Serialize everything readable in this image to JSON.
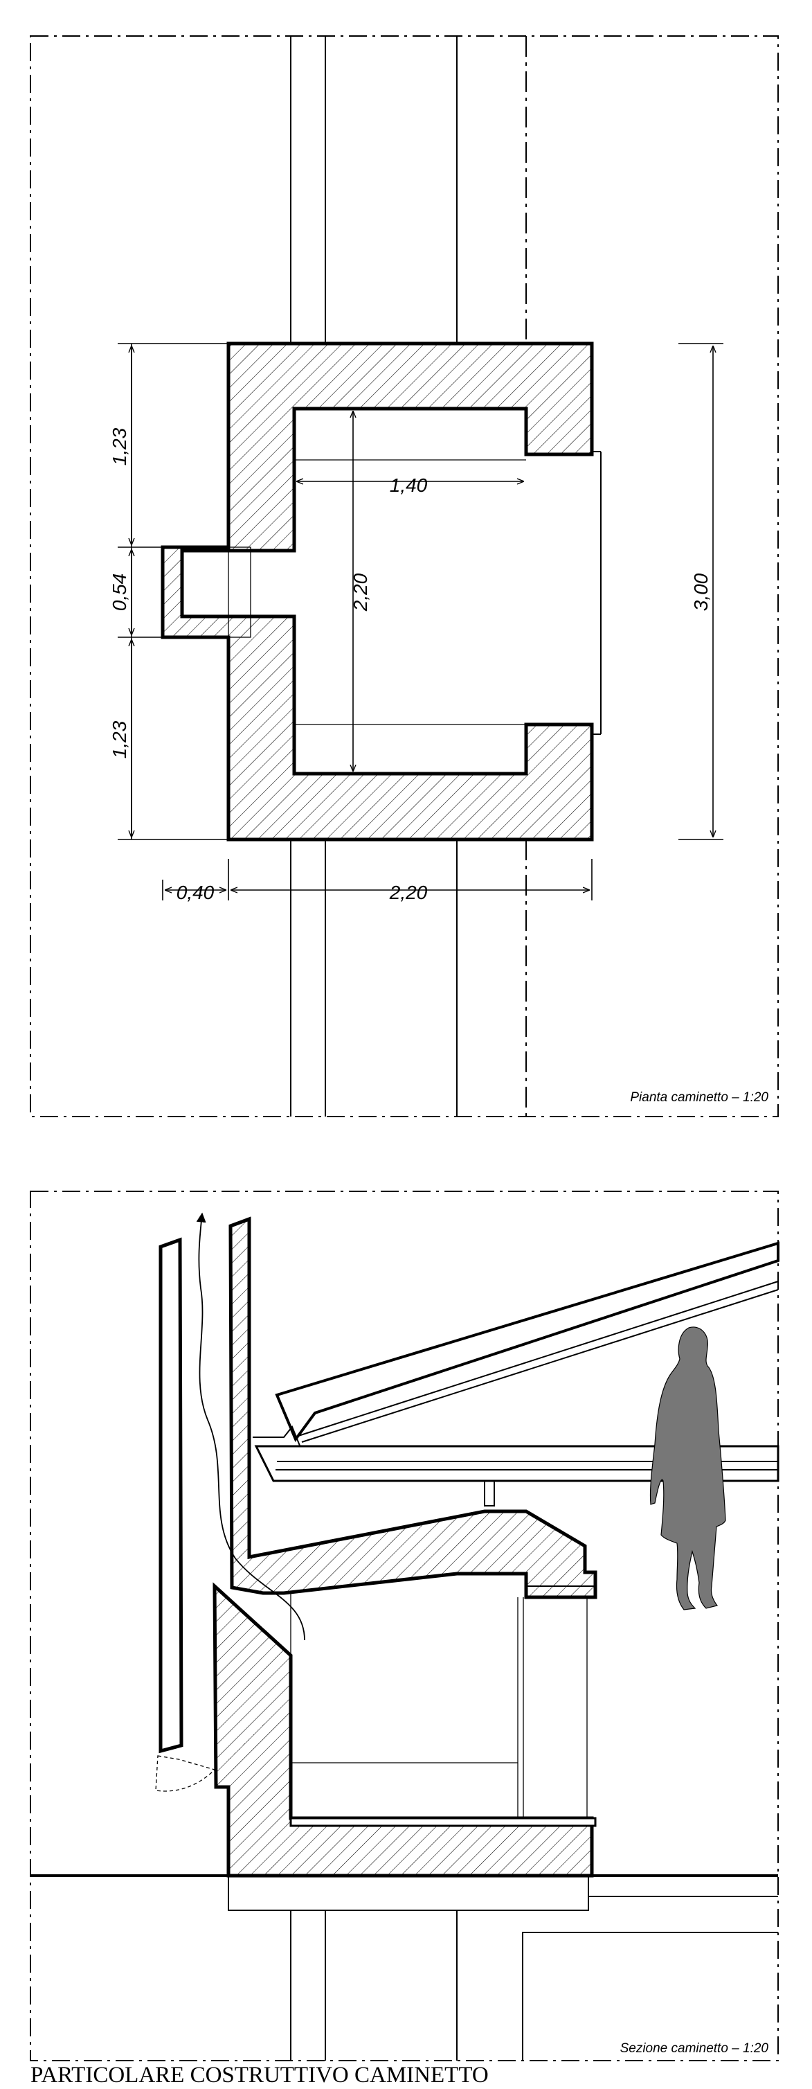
{
  "plan": {
    "dims": {
      "left_top": "1,23",
      "left_mid": "0,54",
      "left_bot": "1,23",
      "inner_width": "1,40",
      "inner_depth": "2,20",
      "total_height": "3,00",
      "bottom_left": "0,40",
      "bottom_right": "2,20"
    },
    "caption": "Pianta caminetto  –  1:20"
  },
  "section": {
    "caption": "Sezione caminetto  –  1:20"
  },
  "title": "PARTICOLARE COSTRUTTIVO CAMINETTO"
}
